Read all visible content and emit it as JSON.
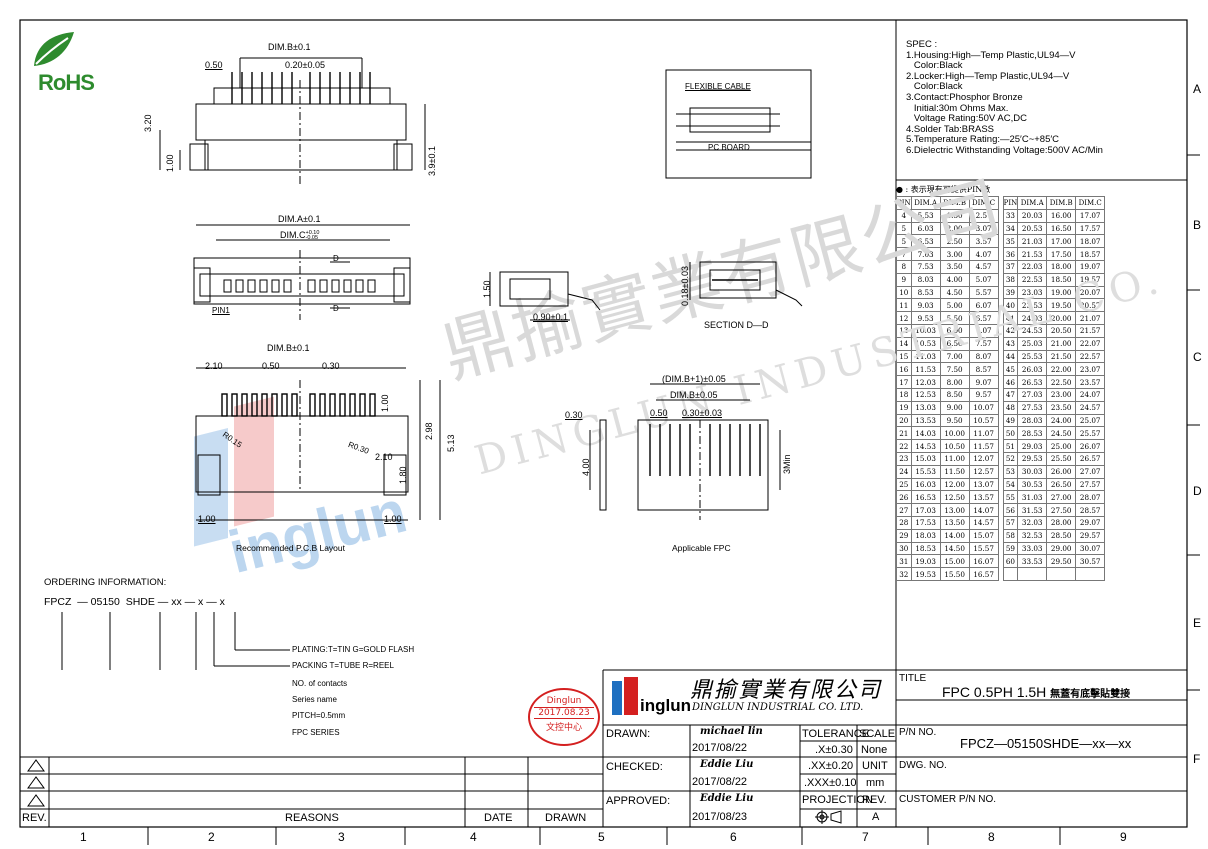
{
  "rohs": {
    "label": "RoHS"
  },
  "spec": {
    "title": "SPEC :",
    "lines": [
      "1.Housing:High—Temp Plastic,UL94—V",
      "   Color:Black",
      "2.Locker:High—Temp Plastic,UL94—V",
      "   Color:Black",
      "3.Contact:Phosphor Bronze",
      "   Initial:30m Ohms Max.",
      "   Voltage Rating:50V AC,DC",
      "4.Solder Tab:BRASS",
      "5.Temperature Rating:—25′C~+85′C",
      "6.Dielectric Withstanding Voltage:500V AC/Min"
    ]
  },
  "pin_table": {
    "legend": "● : 表示現有可提供PIN數",
    "headers": [
      "PIN",
      "DIM.A",
      "DIM.B",
      "DIM.C"
    ],
    "left": [
      [
        "4",
        "5.53",
        "1.50",
        "2.57"
      ],
      [
        "5",
        "6.03",
        "2.00",
        "3.07"
      ],
      [
        "5",
        "6.53",
        "2.50",
        "3.57"
      ],
      [
        "7",
        "7.03",
        "3.00",
        "4.07"
      ],
      [
        "8",
        "7.53",
        "3.50",
        "4.57"
      ],
      [
        "9",
        "8.03",
        "4.00",
        "5.07"
      ],
      [
        "10",
        "8.53",
        "4.50",
        "5.57"
      ],
      [
        "11",
        "9.03",
        "5.00",
        "6.07"
      ],
      [
        "12",
        "9.53",
        "5.50",
        "6.57"
      ],
      [
        "13",
        "10.03",
        "6.00",
        "7.07"
      ],
      [
        "14",
        "10.53",
        "6.50",
        "7.57"
      ],
      [
        "15",
        "11.03",
        "7.00",
        "8.07"
      ],
      [
        "16",
        "11.53",
        "7.50",
        "8.57"
      ],
      [
        "17",
        "12.03",
        "8.00",
        "9.07"
      ],
      [
        "18",
        "12.53",
        "8.50",
        "9.57"
      ],
      [
        "19",
        "13.03",
        "9.00",
        "10.07"
      ],
      [
        "20",
        "13.53",
        "9.50",
        "10.57"
      ],
      [
        "21",
        "14.03",
        "10.00",
        "11.07"
      ],
      [
        "22",
        "14.53",
        "10.50",
        "11.57"
      ],
      [
        "23",
        "15.03",
        "11.00",
        "12.07"
      ],
      [
        "24",
        "15.53",
        "11.50",
        "12.57"
      ],
      [
        "25",
        "16.03",
        "12.00",
        "13.07"
      ],
      [
        "26",
        "16.53",
        "12.50",
        "13.57"
      ],
      [
        "27",
        "17.03",
        "13.00",
        "14.07"
      ],
      [
        "28",
        "17.53",
        "13.50",
        "14.57"
      ],
      [
        "29",
        "18.03",
        "14.00",
        "15.07"
      ],
      [
        "30",
        "18.53",
        "14.50",
        "15.57"
      ],
      [
        "31",
        "19.03",
        "15.00",
        "16.07"
      ],
      [
        "32",
        "19.53",
        "15.50",
        "16.57"
      ]
    ],
    "right": [
      [
        "33",
        "20.03",
        "16.00",
        "17.07"
      ],
      [
        "34",
        "20.53",
        "16.50",
        "17.57"
      ],
      [
        "35",
        "21.03",
        "17.00",
        "18.07"
      ],
      [
        "36",
        "21.53",
        "17.50",
        "18.57"
      ],
      [
        "37",
        "22.03",
        "18.00",
        "19.07"
      ],
      [
        "38",
        "22.53",
        "18.50",
        "19.57"
      ],
      [
        "39",
        "23.03",
        "19.00",
        "20.07"
      ],
      [
        "40",
        "23.53",
        "19.50",
        "20.57"
      ],
      [
        "41",
        "24.03",
        "20.00",
        "21.07"
      ],
      [
        "42",
        "24.53",
        "20.50",
        "21.57"
      ],
      [
        "43",
        "25.03",
        "21.00",
        "22.07"
      ],
      [
        "44",
        "25.53",
        "21.50",
        "22.57"
      ],
      [
        "45",
        "26.03",
        "22.00",
        "23.07"
      ],
      [
        "46",
        "26.53",
        "22.50",
        "23.57"
      ],
      [
        "47",
        "27.03",
        "23.00",
        "24.07"
      ],
      [
        "48",
        "27.53",
        "23.50",
        "24.57"
      ],
      [
        "49",
        "28.03",
        "24.00",
        "25.07"
      ],
      [
        "50",
        "28.53",
        "24.50",
        "25.57"
      ],
      [
        "51",
        "29.03",
        "25.00",
        "26.07"
      ],
      [
        "52",
        "29.53",
        "25.50",
        "26.57"
      ],
      [
        "53",
        "30.03",
        "26.00",
        "27.07"
      ],
      [
        "54",
        "30.53",
        "26.50",
        "27.57"
      ],
      [
        "55",
        "31.03",
        "27.00",
        "28.07"
      ],
      [
        "56",
        "31.53",
        "27.50",
        "28.57"
      ],
      [
        "57",
        "32.03",
        "28.00",
        "29.07"
      ],
      [
        "58",
        "32.53",
        "28.50",
        "29.57"
      ],
      [
        "59",
        "33.03",
        "29.00",
        "30.07"
      ],
      [
        "60",
        "33.53",
        "29.50",
        "30.57"
      ]
    ]
  },
  "drawing": {
    "top": {
      "dim_b": "DIM.B±0.1",
      "pitch": "0.50",
      "pin_w": "0.20±0.05",
      "h1": "3.20",
      "h2": "1.00",
      "h3": "3.9±0.1"
    },
    "mid": {
      "dim_a": "DIM.A±0.1",
      "dim_c": "DIM.C",
      "dim_c_tol_upper": "+0.10",
      "dim_c_tol_lower": "-0.05",
      "d_top": "D",
      "d_bot": "D",
      "pin1": "PIN1"
    },
    "side": {
      "h": "1.50",
      "w": "0.90±0.1"
    },
    "cable": {
      "flex": "FLEXIBLE CABLE",
      "board": "PC BOARD"
    },
    "section": {
      "t": "0.18±0.03",
      "title": "SECTION D—D"
    },
    "pcb": {
      "dim_b": "DIM.B±0.1",
      "l1": "2.10",
      "l2": "0.50",
      "l3": "0.30",
      "v1": "1.00",
      "v2": "2.98",
      "v3": "5.13",
      "r1": "R0.15",
      "r2": "R0.30",
      "l4": "2.10",
      "v4": "1.80",
      "b1": "1.00",
      "b2": "1.00",
      "caption": "Recommended P.C.B Layout"
    },
    "fpc": {
      "d1": "(DIM.B+1)±0.05",
      "d2": "DIM.B±0.05",
      "d3": "0.50",
      "d4": "0.30±0.03",
      "th": "0.30",
      "h": "4.00",
      "min": "3Min",
      "caption": "Applicable FPC"
    }
  },
  "ordering": {
    "title": "ORDERING INFORMATION:",
    "code": "FPCZ  — 05150  SHDE — xx — x — x",
    "items": [
      "PLATING:T=TIN  G=GOLD FLASH",
      "PACKING  T=TUBE  R=REEL",
      "NO. of contacts",
      "Series name",
      "PITCH=0.5mm",
      "FPC SERIES"
    ]
  },
  "stamp": {
    "l1": "Dinglun",
    "l2": "2017.08.23",
    "l3": "文控中心"
  },
  "company": {
    "cn": "鼎揄實業有限公司",
    "en": "DINGLUN INDUSTRIAL CO. LTD.",
    "logo": "inglun"
  },
  "title_block": {
    "drawn_label": "DRAWN:",
    "drawn_by": "michael lin",
    "drawn_date": "2017/08/22",
    "checked_label": "CHECKED:",
    "checked_by": "Eddie Liu",
    "checked_date": "2017/08/22",
    "approved_label": "APPROVED:",
    "approved_by": "Eddie Liu",
    "approved_date": "2017/08/23",
    "tol_label": "TOLERANCE",
    "tol1": ".X±0.30",
    "tol2": ".XX±0.20",
    "tol3": ".XXX±0.10",
    "scale_label": "SCALE",
    "scale": "None",
    "unit_label": "UNIT",
    "unit": "mm",
    "proj_label": "PROJECTION",
    "rev_label": "REV.",
    "rev": "A",
    "title_label": "TITLE",
    "title": "FPC 0.5PH 1.5H",
    "title_cn": "無蓋有底擊貼雙接",
    "pn_label": "P/N NO.",
    "pn": "FPCZ—05150SHDE—xx—xx",
    "dwg_label": "DWG. NO.",
    "cust_label": "CUSTOMER P/N NO."
  },
  "revision": {
    "rev": "REV.",
    "reasons": "REASONS",
    "date": "DATE",
    "drawn": "DRAWN"
  },
  "grid": {
    "cols": [
      "1",
      "2",
      "3",
      "4",
      "5",
      "6",
      "7",
      "8",
      "9"
    ],
    "rows": [
      "A",
      "B",
      "C",
      "D",
      "E",
      "F"
    ]
  },
  "watermark": {
    "cn": "鼎揄實業有限公司",
    "en": "DINGLUN INDUSTRIAL CO."
  },
  "colors": {
    "line": "#000000",
    "stamp": "#d42020",
    "logo_blue": "#1e6fc0",
    "logo_red": "#d42020",
    "rohs_green": "#2e8b2e"
  }
}
